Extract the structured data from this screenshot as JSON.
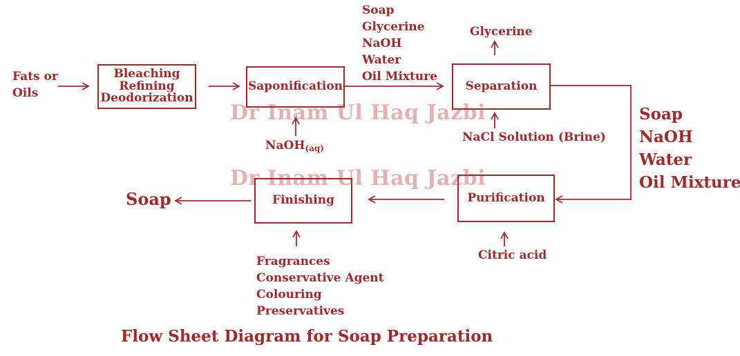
{
  "input": [
    "Fats or",
    "Oils"
  ],
  "stages": {
    "pretreatment": [
      "Bleaching",
      "Refining",
      "Deodorization"
    ],
    "saponification": "Saponification",
    "separation": "Separation",
    "purification": "Purification",
    "finishing": "Finishing"
  },
  "saponification_reagent": {
    "main": "NaOH",
    "sub": "(aq)"
  },
  "saponification_output": [
    "Soap",
    "Glycerine",
    "NaOH",
    "Water",
    "Oil Mixture"
  ],
  "separation_byproduct": "Glycerine",
  "separation_reagent": "NaCl Solution (Brine)",
  "separation_output": [
    "Soap",
    "NaOH",
    "Water",
    "Oil Mixture"
  ],
  "purification_reagent": "Citric acid",
  "finishing_additives": [
    "Fragrances",
    "Conservative Agent",
    "Colouring",
    "Preservatives"
  ],
  "final_product": "Soap",
  "caption": "Flow Sheet Diagram for Soap Preparation",
  "watermark": "Dr Inam Ul Haq Jazbi",
  "colors": {
    "primary": "#9e2a2b",
    "watermark": "#e3b3b3"
  }
}
